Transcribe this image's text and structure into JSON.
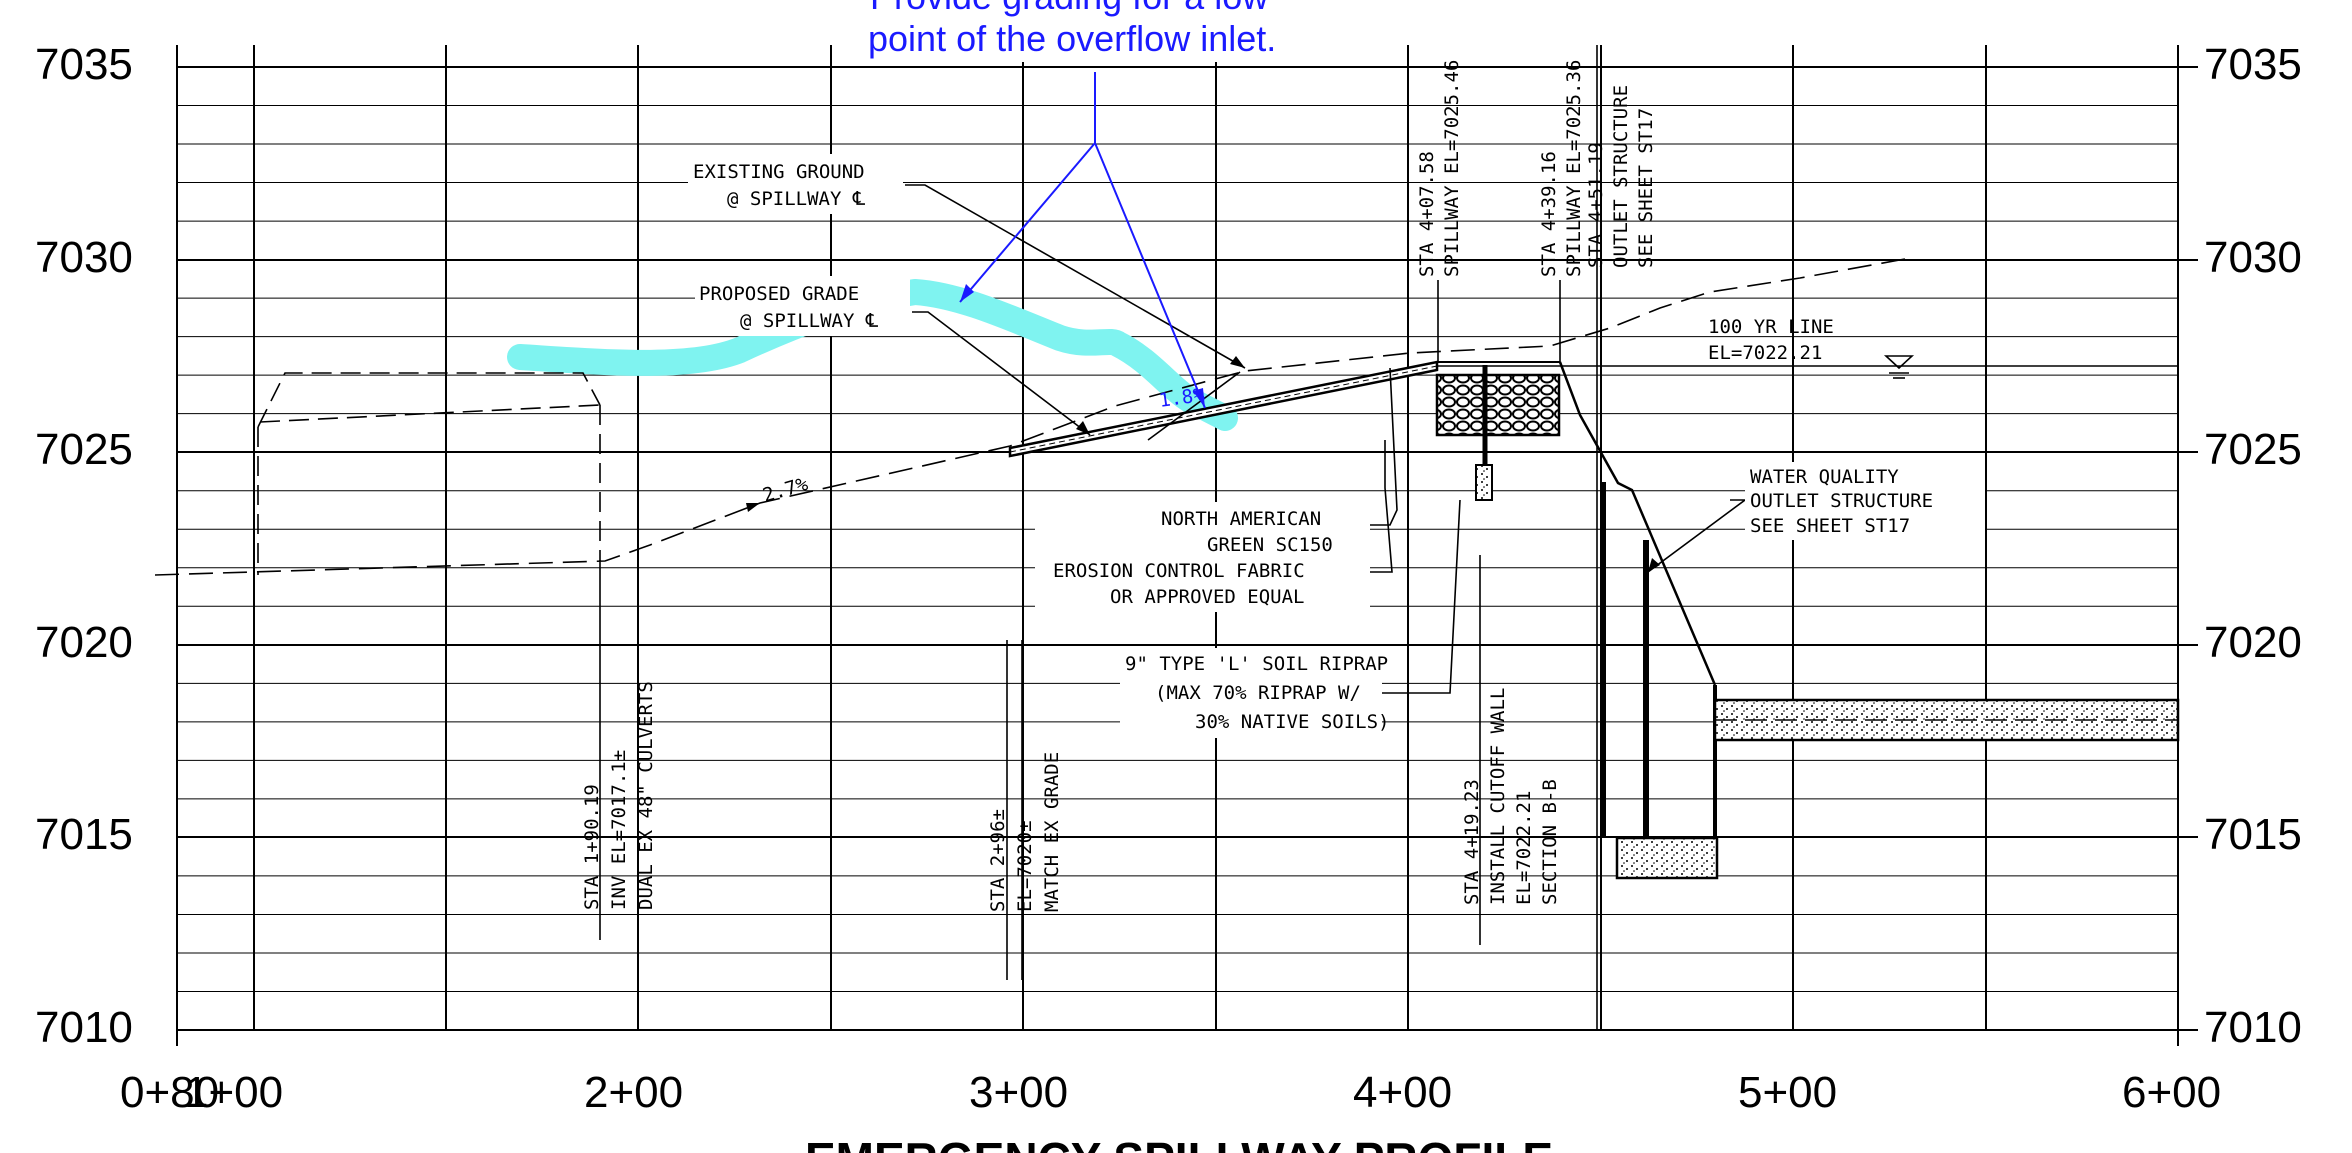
{
  "drawing": {
    "title": "EMERGENCY SPILLWAY PROFILE",
    "elevation_labels": [
      "7035",
      "7030",
      "7025",
      "7020",
      "7015",
      "7010"
    ],
    "station_labels": [
      "0+80",
      "1+00",
      "2+00",
      "3+00",
      "4+00",
      "5+00",
      "6+00"
    ],
    "review_note": {
      "line1": "Provide grading for a low",
      "line2": "point of the overflow inlet.",
      "color": "#1a1aff"
    },
    "highlight_color": "#7ff3f0",
    "callouts": {
      "existing_ground": [
        "EXISTING GROUND",
        "@ SPILLWAY ℄"
      ],
      "proposed_grade": [
        "PROPOSED GRADE",
        "@ SPILLWAY ℄"
      ],
      "fabric": [
        "NORTH AMERICAN",
        "GREEN SC150",
        "EROSION CONTROL FABRIC",
        "OR APPROVED EQUAL"
      ],
      "riprap": [
        "9\" TYPE 'L' SOIL RIPRAP",
        "(MAX 70% RIPRAP W/",
        "30% NATIVE SOILS)"
      ],
      "wq_outlet": [
        "WATER QUALITY",
        "OUTLET STRUCTURE",
        "SEE SHEET ST17"
      ],
      "hundred_yr": [
        "100 YR LINE",
        "EL=7022.21"
      ],
      "slope_existing": "2.7%",
      "slope_proposed": "1.8%"
    },
    "vertical_labels": {
      "sta_190": [
        "STA 1+90.19",
        "INV EL=7017.1±",
        "DUAL EX 48\" CULVERTS"
      ],
      "sta_296": [
        "STA 2+96±",
        "EL=7020±",
        "MATCH EX GRADE"
      ],
      "sta_419": [
        "STA 4+19.23",
        "INSTALL CUTOFF WALL",
        "EL=7022.21",
        "SECTION B-B"
      ],
      "sta_407": [
        "STA 4+07.58",
        "SPILLWAY EL=7025.46"
      ],
      "sta_439": [
        "STA 4+39.16",
        "SPILLWAY EL=7025.36"
      ],
      "sta_451": [
        "STA 4+51.19",
        "OUTLET STRUCTURE",
        "SEE SHEET ST17"
      ]
    }
  }
}
